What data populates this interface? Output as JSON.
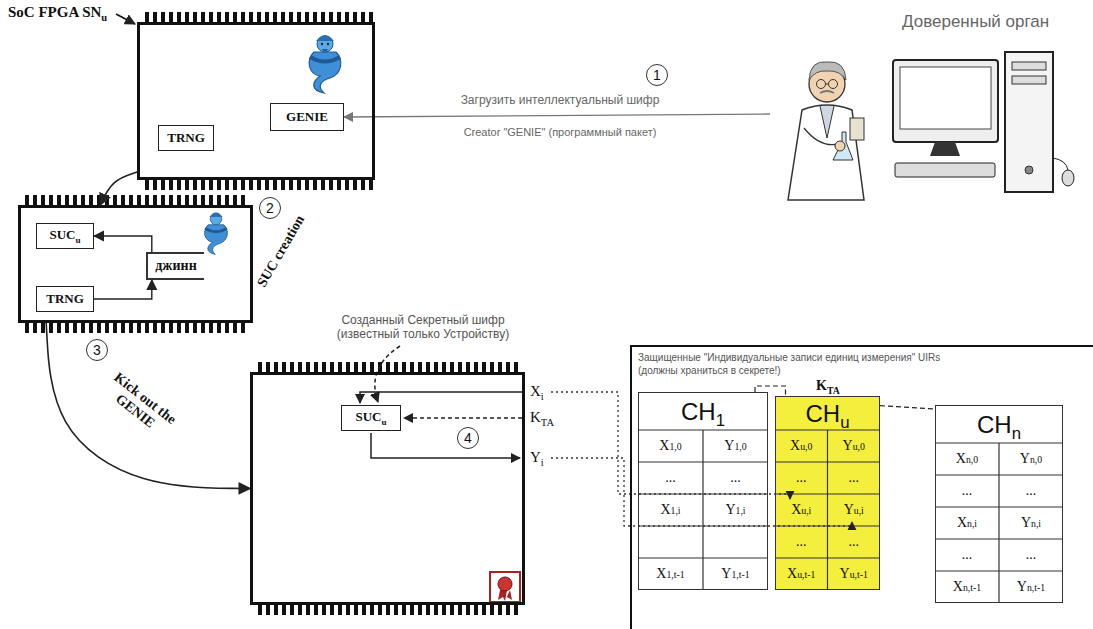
{
  "diagram": {
    "nodes": [
      {
        "text": [
          "SoC FPGA SNu"
        ]
      },
      {
        "text": [
          "TRNG"
        ],
        "in": 0
      },
      {
        "text": [
          "GENIE"
        ],
        "in": 0
      },
      {
        "text": [
          "Доверенный орган"
        ]
      },
      {
        "text": [
          "SUC creation"
        ]
      },
      {
        "text": [
          "SUCu"
        ],
        "in": 4
      },
      {
        "text": [
          "TRNG"
        ],
        "in": 4
      },
      {
        "text": [
          "джинн"
        ],
        "in": 4
      },
      {
        "text": [
          "Созданный Секретный шифр (известный только Устройству)"
        ]
      },
      {
        "text": [
          "SUCu"
        ],
        "in": 8
      },
      {
        "text": [
          "Защищенные \"Индивидуальные записи единиц измерения\" UIRs (должны храниться в секрете!)"
        ]
      },
      {
        "text": [
          "CH1"
        ],
        "in": 10
      },
      {
        "text": [
          "CHu"
        ],
        "in": 10
      },
      {
        "text": [
          "CHn"
        ],
        "in": 10
      }
    ],
    "edges": [
      {
        "from": 3,
        "to": 2,
        "arrow": "to",
        "label": "Загрузить интеллектуальный шифр"
      },
      {
        "from": 0,
        "to": 4,
        "arrow": "to"
      },
      {
        "from": 4,
        "to": 8,
        "arrow": "to",
        "label": "Kick out the GENIE"
      },
      {
        "from": 6,
        "to": 7,
        "arrow": "to"
      },
      {
        "from": 7,
        "to": 5,
        "arrow": "to"
      },
      {
        "from": 11,
        "to": 12,
        "arrow": "none"
      },
      {
        "from": 12,
        "to": 13,
        "arrow": "none"
      }
    ],
    "labels": [
      "1",
      "Creator \"GENIE\" (программный пакет)",
      "2",
      "3",
      "4",
      "Xi",
      "KTA",
      "Yi",
      "KTA",
      "X1,0",
      "Y1,0",
      "...",
      "...",
      "X1,i",
      "Y1,i",
      "X1,t-1",
      "Y1,t-1",
      "Xu,0",
      "Yu,0",
      "...",
      "...",
      "Xu,i",
      "Yu,i",
      "...",
      "...",
      "Xu,t-1",
      "Yu,t-1",
      "Xn,0",
      "Yn,0",
      "...",
      "...",
      "Xn,i",
      "Yn,i",
      "...",
      "...",
      "Xn,t-1",
      "Yn,t-1"
    ]
  }
}
